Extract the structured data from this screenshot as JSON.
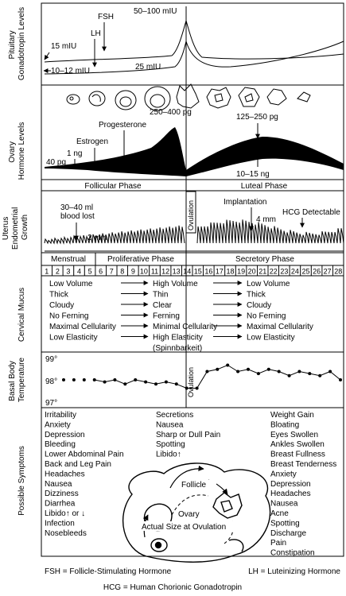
{
  "sections": {
    "pituitary": "Pituitary\nGonadotropin Levels",
    "ovary": "Ovary\nHormone Levels",
    "uterus": "Uterus\nEndometrial\nGrowth",
    "mucus": "Cervical Mucus",
    "bbt": "Basal Body\nTemperature",
    "symptoms": "Possible Symptoms"
  },
  "pituitary": {
    "fsh": "FSH",
    "lh": "LH",
    "peak": "50–100 mIU",
    "low15": "15 mIU",
    "low1012": "10–12 mIU",
    "mid25": "25 mIU"
  },
  "ovary": {
    "prog_peak": "250–400 pg",
    "progesterone": "Progesterone",
    "luteal_estrogen": "125–250 pg",
    "estrogen": "Estrogen",
    "ng1": "1 ng",
    "pg40": "40 pg",
    "ng1015": "10–15 ng"
  },
  "phases": {
    "follicular": "Follicular Phase",
    "luteal": "Luteal Phase",
    "ovulation": "Ovulation"
  },
  "uterus": {
    "blood_lost": "30–40 ml\nblood lost",
    "mm2": "2 mm",
    "implantation": "Implantation",
    "mm4": "4 mm",
    "hcg": "HCG Detectable"
  },
  "cycle_phases": {
    "menstrual": "Menstrual",
    "proliferative": "Proliferative Phase",
    "secretory": "Secretory Phase"
  },
  "days": [
    "1",
    "2",
    "3",
    "4",
    "5",
    "6",
    "7",
    "8",
    "9",
    "10",
    "11",
    "12",
    "13",
    "14",
    "15",
    "16",
    "17",
    "18",
    "19",
    "20",
    "21",
    "22",
    "23",
    "24",
    "25",
    "26",
    "27",
    "28"
  ],
  "mucus": {
    "col1": [
      "Low Volume",
      "Thick",
      "Cloudy",
      "No Ferning",
      "Maximal Cellularity",
      "Low Elasticity"
    ],
    "col2": [
      "High Volume",
      "Thin",
      "Clear",
      "Ferning",
      "Minimal Cellularity",
      "High Elasticity",
      "(Spinnbarkeit)"
    ],
    "col3": [
      "Low Volume",
      "Thick",
      "Cloudy",
      "No Ferning",
      "Maximal Cellularity",
      "Low Elasticity"
    ]
  },
  "bbt": {
    "ticks": [
      "99°",
      "98°",
      "97°"
    ],
    "ovulation": "Ovulation"
  },
  "chart_data": {
    "type": "line",
    "x": [
      1,
      2,
      3,
      4,
      5,
      6,
      7,
      8,
      9,
      10,
      11,
      12,
      13,
      14,
      15,
      16,
      17,
      18,
      19,
      20,
      21,
      22,
      23,
      24,
      25,
      26,
      27,
      28
    ],
    "series": [
      {
        "values": [
          98.0,
          98.0,
          98.0,
          98.0,
          97.9,
          98.0,
          97.8,
          98.0,
          97.9,
          97.8,
          97.9,
          97.8,
          97.6,
          97.6,
          98.4,
          98.5,
          98.7,
          98.4,
          98.5,
          98.3,
          98.5,
          98.4,
          98.2,
          98.4,
          98.3,
          98.2,
          98.4,
          98.0
        ]
      }
    ],
    "yticks": [
      "99°",
      "98°",
      "97°"
    ],
    "ylim": [
      96.9,
      99.1
    ],
    "grid": false,
    "legend": "none"
  },
  "symptoms": {
    "col1": [
      "Irritability",
      "Anxiety",
      "Depression",
      "Bleeding",
      "Lower Abdominal Pain",
      "Back and Leg Pain",
      "Headaches",
      "Nausea",
      "Dizziness",
      "Diarrhea",
      "Libido↑ or ↓",
      "Infection",
      "Nosebleeds"
    ],
    "col2": [
      "Secretions",
      "Nausea",
      "Sharp or Dull Pain",
      "Spotting",
      "Libido↑"
    ],
    "col3": [
      "Weight Gain",
      "Bloating",
      "Eyes Swollen",
      "Ankles Swollen",
      "Breast Fullness",
      "Breast Tenderness",
      "Anxiety",
      "Depression",
      "Headaches",
      "Nausea",
      "Acne",
      "Spotting",
      "Discharge",
      "Pain",
      "Constipation"
    ]
  },
  "ovary_diagram": {
    "follicle": "Follicle",
    "ovary": "Ovary",
    "size": "Actual Size at Ovulation"
  },
  "footer": {
    "fsh": "FSH = Follicle-Stimulating Hormone",
    "lh": "LH = Luteinizing Hormone",
    "hcg": "HCG = Human Chorionic Gonadotropin"
  }
}
